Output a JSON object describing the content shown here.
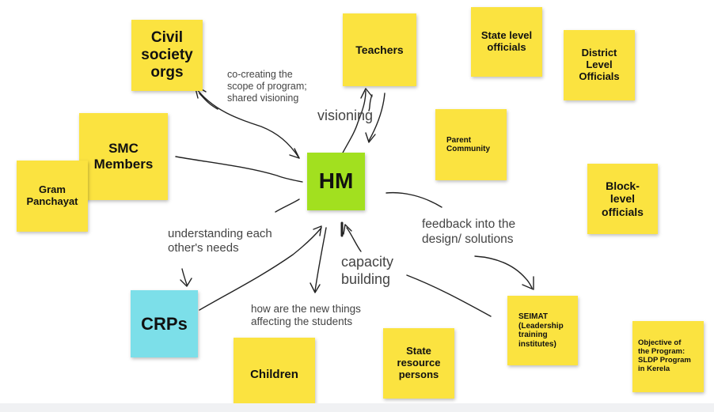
{
  "notes": {
    "civil_society": "Civil\nsociety\norgs",
    "teachers": "Teachers",
    "state_officials": "State level\nofficials",
    "district_officials": "District\nLevel\nOfficials",
    "smc_members": "SMC\nMembers",
    "gram_panchayat": "Gram\nPanchayat",
    "parent_community": "Parent\nCommunity",
    "hm": "HM",
    "block_officials": "Block-\nlevel\nofficials",
    "crps": "CRPs",
    "children": "Children",
    "state_resource": "State\nresource\npersons",
    "seimat": "SEIMAT\n(Leadership\ntraining\ninstitutes)",
    "objective": "Objective of\nthe Program:\nSLDP Program\nin Kerela"
  },
  "labels": {
    "cocreating": "co-creating the\nscope of program;\nshared visioning",
    "visioning": "visioning",
    "understanding": "understanding each\nother's needs",
    "feedback": "feedback into the\ndesign/ solutions",
    "capacity": "capacity\nbuilding",
    "how_affecting": "how are the new things\naffecting the students"
  },
  "colors": {
    "note_yellow": "#fbe340",
    "hm_green": "#a2e01f",
    "crp_cyan": "#7cdfe9",
    "ink": "#222222"
  }
}
